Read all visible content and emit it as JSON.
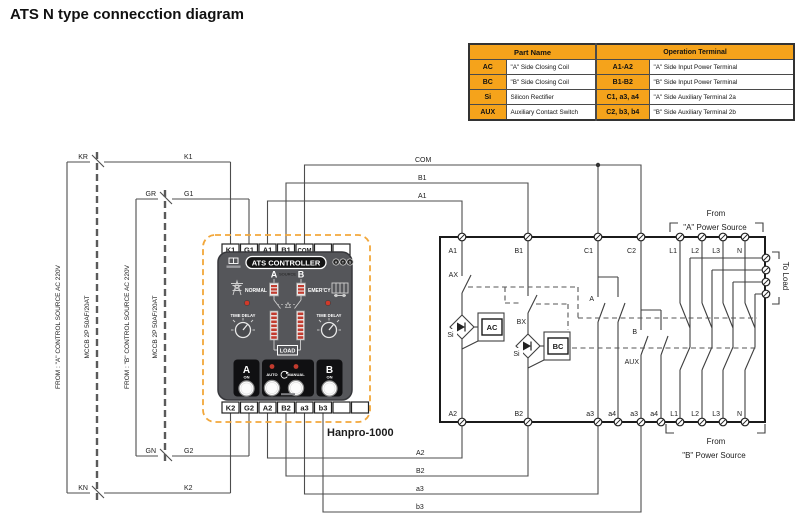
{
  "title": "ATS N type connecction diagram",
  "colors": {
    "orange": "#F5A31B",
    "wire": "#4d4d4d",
    "red": "#C23B2E",
    "device_gray": "#55565A"
  },
  "table": {
    "header_part": "Part Name",
    "header_op": "Operation Terminal",
    "rows": [
      {
        "code": "AC",
        "name": "\"A\" Side Closing Coil",
        "term": "A1-A2",
        "desc": "\"A\" Side Input Power Terminal"
      },
      {
        "code": "BC",
        "name": "\"B\" Side Closing Coil",
        "term": "B1-B2",
        "desc": "\"B\" Side Input Power Terminal"
      },
      {
        "code": "Si",
        "name": "Silicon Rectifier",
        "term": "C1, a3, a4",
        "desc": "\"A\" Side Auxiliary  Terminal 2a"
      },
      {
        "code": "AUX",
        "name": "Auxiliary Contact Switch",
        "term": "C2, b3, b4",
        "desc": "\"B\" Side Auxiliary  Terminal 2b"
      }
    ]
  },
  "left": {
    "source_a": "FROM : \"A\" CONTROL SOURCE AC 220V",
    "mccb_a": "MCCB 2P 50AF/20AT",
    "source_b": "FROM : \"B\" CONTROL SOURCE AC 220V",
    "mccb_b": "MCCB 2P 50AF/20AT",
    "kr": "KR",
    "kn": "KN",
    "gr": "GR",
    "gn": "GN",
    "k1": "K1",
    "k2": "K2",
    "g1": "G1",
    "g2": "G2"
  },
  "wires": {
    "com": "COM",
    "b1": "B1",
    "a1": "A1",
    "a2": "A2",
    "b2": "B2",
    "a3": "a3",
    "b3": "b3"
  },
  "controller": {
    "title": "ATS CONTROLLER",
    "model": "Hanpro-1000",
    "src_a": "A",
    "src": "SOURCE",
    "src_b": "B",
    "normal": "NORMAL",
    "emergency": "EMER'CY",
    "time_delay": "TIME DELAY",
    "load": "LOAD",
    "a": "A",
    "b": "B",
    "on": "ON",
    "auto": "AUTO",
    "manual": "MANUAL",
    "logo_letters": [
      "A",
      "T",
      "S"
    ],
    "top_terminals": [
      "K1",
      "G1",
      "A1",
      "B1",
      "COM",
      "",
      ""
    ],
    "bottom_terminals": [
      "K2",
      "G2",
      "A2",
      "B2",
      "a3",
      "b3",
      "",
      ""
    ]
  },
  "switch_unit": {
    "top_terminals": [
      "A1",
      "B1",
      "C1",
      "C2",
      "L1",
      "L2",
      "L3",
      "N"
    ],
    "bottom_terminals": [
      "A2",
      "B2",
      "a3",
      "a4",
      "a3",
      "a4",
      "L1",
      "L2",
      "L3",
      "N"
    ],
    "ax": "AX",
    "bx": "BX",
    "si": "Si",
    "ac": "AC",
    "bc": "BC",
    "a": "A",
    "b": "B",
    "aux": "AUX",
    "from_a_1": "From",
    "from_a_2": "\"A\" Power Source",
    "from_b_1": "From",
    "from_b_2": "\"B\" Power Source",
    "to_load": "To Load"
  }
}
